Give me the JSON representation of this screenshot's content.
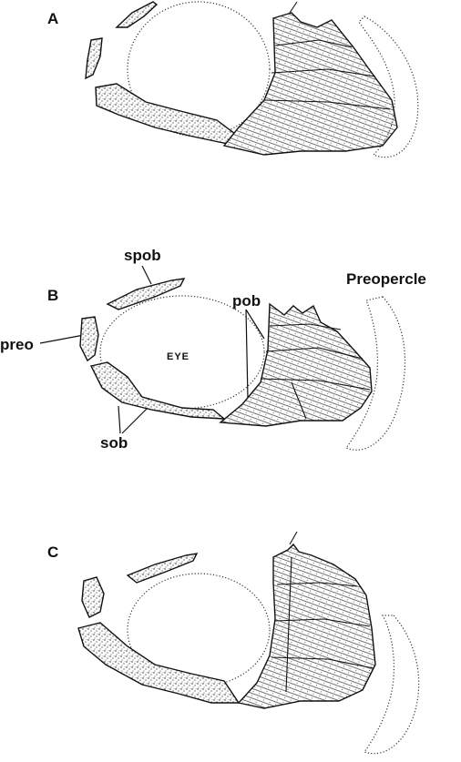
{
  "panels": [
    {
      "letter": "A"
    },
    {
      "letter": "B"
    },
    {
      "letter": "C"
    }
  ],
  "labels": {
    "spob": "spob",
    "pob": "pob",
    "preopercle": "Preopercle",
    "preo": "preo",
    "eye": "EYE",
    "sob": "sob"
  }
}
